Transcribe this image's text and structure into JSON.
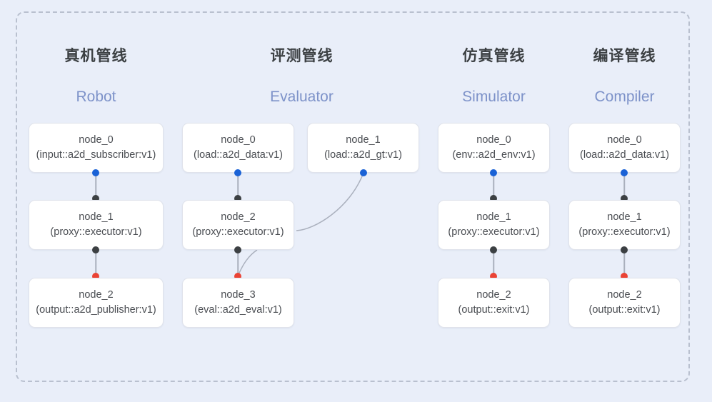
{
  "diagram": {
    "background_color": "#e9eef9",
    "frame_border_color": "#b9c0cf",
    "node_fill": "#ffffff",
    "edge_color": "#aab0bd",
    "dot_colors": {
      "input": "#1a62d6",
      "intermediate": "#3c4043",
      "output": "#ea4335"
    },
    "header_cn_color": "#3c4043",
    "header_en_color": "#7d92c9"
  },
  "columns": [
    {
      "id": "robot",
      "title_cn": "真机管线",
      "title_en": "Robot",
      "nodes": [
        {
          "name": "node_0",
          "spec": "(input::a2d_subscriber:v1)"
        },
        {
          "name": "node_1",
          "spec": "(proxy::executor:v1)"
        },
        {
          "name": "node_2",
          "spec": "(output::a2d_publisher:v1)"
        }
      ]
    },
    {
      "id": "evaluator",
      "title_cn": "评测管线",
      "title_en": "Evaluator",
      "nodes": [
        {
          "name": "node_0",
          "spec": "(load::a2d_data:v1)"
        },
        {
          "name": "node_1",
          "spec": "(load::a2d_gt:v1)"
        },
        {
          "name": "node_2",
          "spec": "(proxy::executor:v1)"
        },
        {
          "name": "node_3",
          "spec": "(eval::a2d_eval:v1)"
        }
      ]
    },
    {
      "id": "simulator",
      "title_cn": "仿真管线",
      "title_en": "Simulator",
      "nodes": [
        {
          "name": "node_0",
          "spec": "(env::a2d_env:v1)"
        },
        {
          "name": "node_1",
          "spec": "(proxy::executor:v1)"
        },
        {
          "name": "node_2",
          "spec": "(output::exit:v1)"
        }
      ]
    },
    {
      "id": "compiler",
      "title_cn": "编译管线",
      "title_en": "Compiler",
      "nodes": [
        {
          "name": "node_0",
          "spec": "(load::a2d_data:v1)"
        },
        {
          "name": "node_1",
          "spec": "(proxy::executor:v1)"
        },
        {
          "name": "node_2",
          "spec": "(output::exit:v1)"
        }
      ]
    }
  ]
}
